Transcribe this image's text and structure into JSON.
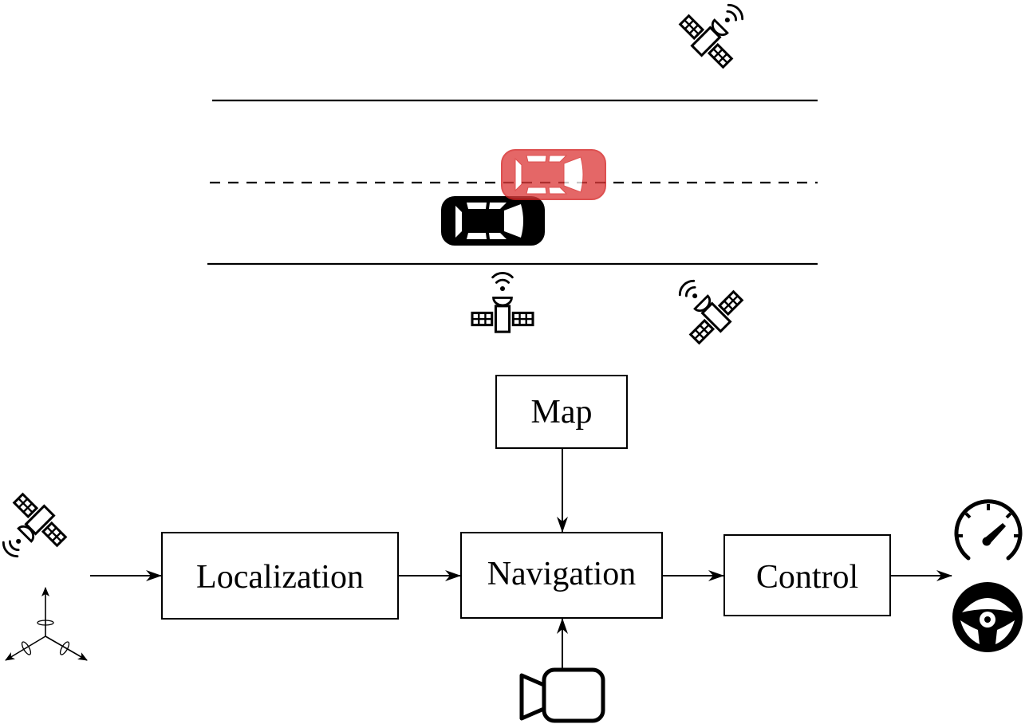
{
  "blocks": {
    "map": "Map",
    "localization": "Localization",
    "navigation": "Navigation",
    "control": "Control"
  },
  "colors": {
    "stroke": "#000000",
    "ego_car": "#000000",
    "other_car_fill": "#e06666",
    "other_car_stroke": "#d93030",
    "background": "#ffffff"
  },
  "icons": {
    "satellite_top_right": "satellite-icon",
    "satellite_below_road": "satellite-icon",
    "satellite_right": "satellite-icon",
    "satellite_left_input": "satellite-icon",
    "imu_axes": "imu-axes-icon",
    "camera": "video-camera-icon",
    "speedometer": "speedometer-icon",
    "steering_wheel": "steering-wheel-icon",
    "ego_vehicle": "car-icon",
    "other_vehicle": "car-icon"
  }
}
